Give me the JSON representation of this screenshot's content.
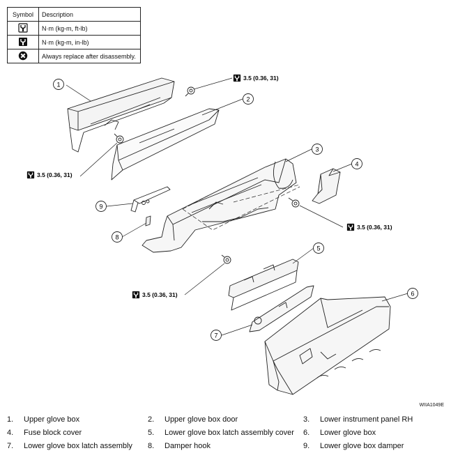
{
  "legend": {
    "header_symbol": "Symbol",
    "header_description": "Description",
    "rows": [
      {
        "icon": "torque-wrench-icon",
        "text": "N·m (kg-m, ft-lb)"
      },
      {
        "icon": "torque-wrench-icon",
        "text": "N·m (kg-m, in-lb)"
      },
      {
        "icon": "replace-x-icon",
        "text": "Always replace after disassembly."
      }
    ]
  },
  "torque_callouts": [
    {
      "text": "3.5 (0.36, 31)"
    },
    {
      "text": "3.5 (0.36, 31)"
    },
    {
      "text": "3.5 (0.36, 31)"
    },
    {
      "text": "3.5 (0.36, 31)"
    }
  ],
  "part_numbers": [
    "1",
    "2",
    "3",
    "4",
    "5",
    "6",
    "7",
    "8",
    "9"
  ],
  "figure_code": "WIIA1049E",
  "parts": [
    {
      "num": "1.",
      "name": "Upper glove box"
    },
    {
      "num": "2.",
      "name": "Upper glove box door"
    },
    {
      "num": "3.",
      "name": "Lower instrument panel RH"
    },
    {
      "num": "4.",
      "name": "Fuse block cover"
    },
    {
      "num": "5.",
      "name": "Lower glove box latch assembly cover"
    },
    {
      "num": "6.",
      "name": "Lower glove box"
    },
    {
      "num": "7.",
      "name": "Lower glove box latch assembly"
    },
    {
      "num": "8.",
      "name": "Damper hook"
    },
    {
      "num": "9.",
      "name": "Lower glove box damper"
    }
  ]
}
